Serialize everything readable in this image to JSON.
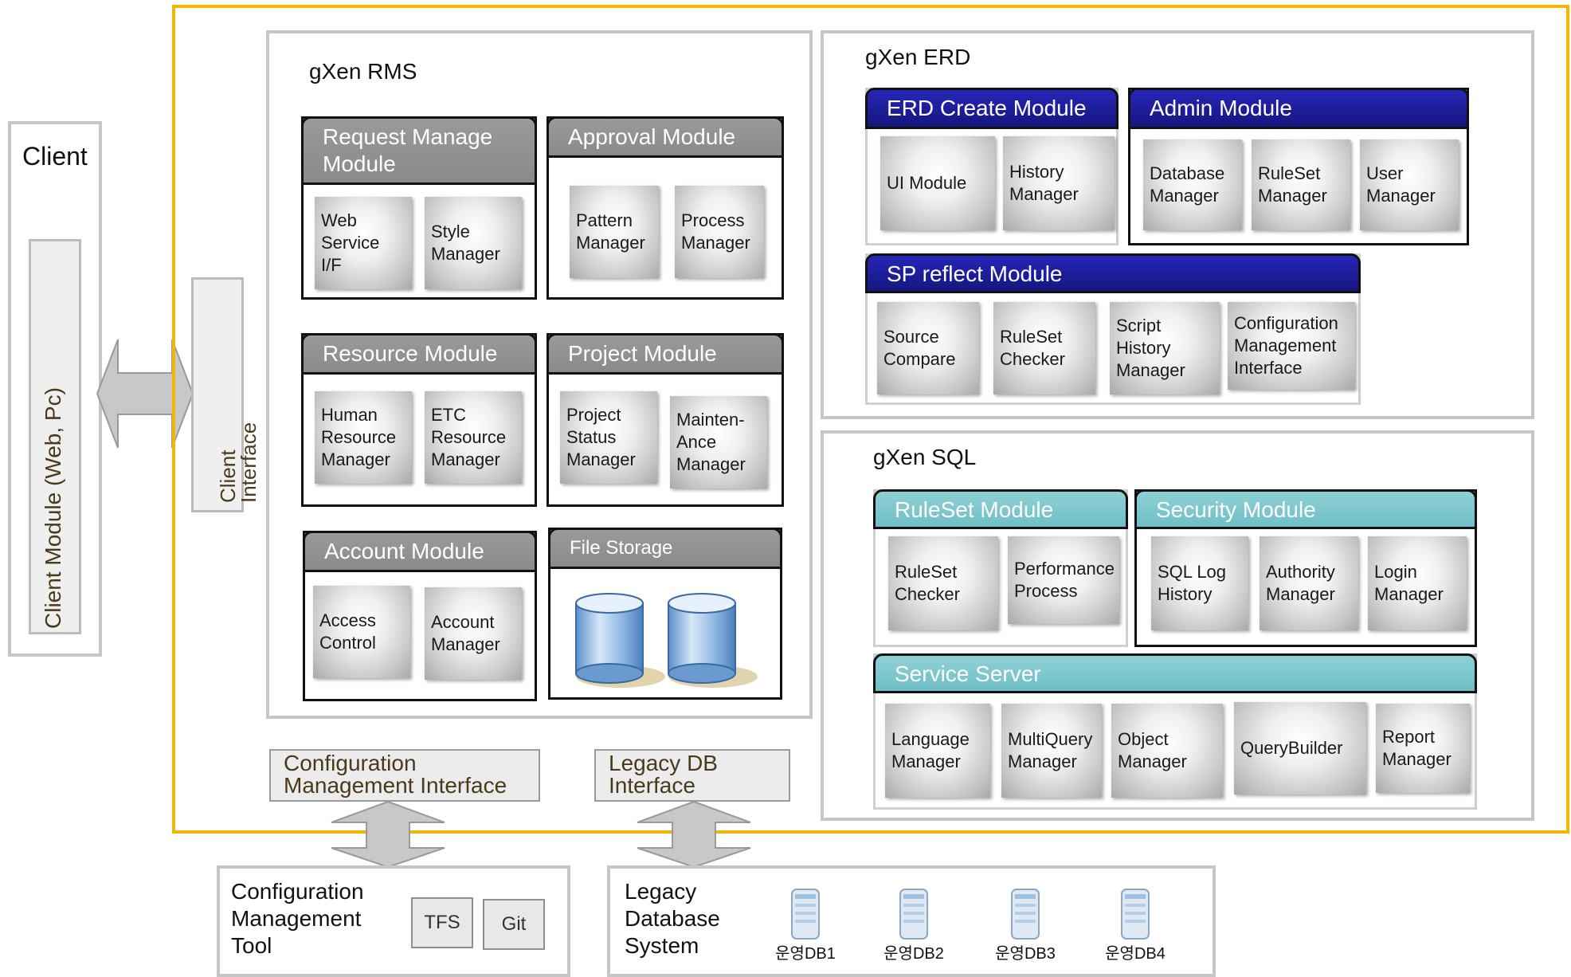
{
  "client": {
    "title": "Client",
    "module_label": "Client Module (Web, Pc)",
    "interface_label": "Client Interface"
  },
  "rms": {
    "title": "gXen RMS",
    "request": {
      "title": "Request Manage\nModule",
      "items": [
        "Web\nService\nI/F",
        "Style\nManager"
      ]
    },
    "approval": {
      "title": "Approval Module",
      "items": [
        "Pattern\nManager",
        "Process\nManager"
      ]
    },
    "resource": {
      "title": "Resource Module",
      "items": [
        "Human\nResource\nManager",
        "ETC\nResource\nManager"
      ]
    },
    "project": {
      "title": "Project Module",
      "items": [
        "Project\nStatus\nManager",
        "Mainten-\nAnce\nManager"
      ]
    },
    "account": {
      "title": "Account Module",
      "items": [
        "Access\nControl",
        "Account\nManager"
      ]
    },
    "storage": {
      "title": "File Storage"
    }
  },
  "erd": {
    "title": "gXen ERD",
    "create": {
      "title": "ERD Create Module",
      "items": [
        "UI Module",
        "History\nManager"
      ]
    },
    "admin": {
      "title": "Admin Module",
      "items": [
        "Database\nManager",
        "RuleSet\nManager",
        "User\nManager"
      ]
    },
    "sp": {
      "title": "SP reflect Module",
      "items": [
        "Source\nCompare",
        "RuleSet\nChecker",
        "Script\nHistory\nManager",
        "Configuration\nManagement\nInterface"
      ]
    }
  },
  "sql": {
    "title": "gXen SQL",
    "ruleset": {
      "title": "RuleSet Module",
      "items": [
        "RuleSet\nChecker",
        "Performance\nProcess"
      ]
    },
    "security": {
      "title": "Security Module",
      "items": [
        "SQL Log\nHistory",
        "Authority\nManager",
        "Login\nManager"
      ]
    },
    "service": {
      "title": "Service Server",
      "items": [
        "Language\nManager",
        "MultiQuery\nManager",
        "Object\nManager",
        "QueryBuilder",
        "Report\nManager"
      ]
    }
  },
  "interfaces": {
    "config": "Configuration\nManagement Interface",
    "legacy": "Legacy DB\nInterface"
  },
  "config_tool": {
    "title": "Configuration\nManagement\nTool",
    "items": [
      "TFS",
      "Git"
    ]
  },
  "legacy_system": {
    "title": "Legacy\nDatabase\nSystem",
    "dbs": [
      "운영DB1",
      "운영DB2",
      "운영DB3",
      "운영DB4"
    ]
  },
  "colors": {
    "outline": "#f2b705",
    "gray_header": "#8e8e8e",
    "navy_header": "#1c1c9c",
    "teal_header": "#7cc6cc"
  },
  "icons": [
    "double-arrow-horizontal-icon",
    "double-arrow-vertical-icon",
    "database-cylinder-icon",
    "server-icon"
  ]
}
